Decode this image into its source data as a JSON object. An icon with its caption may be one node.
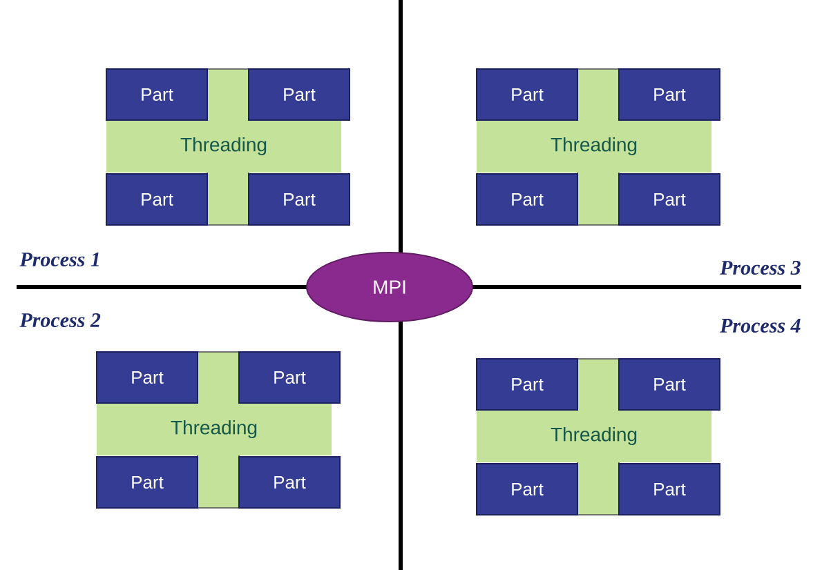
{
  "diagram": {
    "nodes": [
      {
        "text": [
          "Part"
        ],
        "in": 2
      },
      {
        "text": [
          "Part"
        ],
        "in": 2
      },
      {
        "text": [
          "Threading"
        ]
      },
      {
        "text": [
          "Part"
        ],
        "in": 2
      },
      {
        "text": [
          "Part"
        ],
        "in": 2
      },
      {
        "text": [
          "Part"
        ],
        "in": 7
      },
      {
        "text": [
          "Part"
        ],
        "in": 7
      },
      {
        "text": [
          "Threading"
        ]
      },
      {
        "text": [
          "Part"
        ],
        "in": 7
      },
      {
        "text": [
          "Part"
        ],
        "in": 7
      },
      {
        "text": [
          "MPI"
        ]
      },
      {
        "text": [
          "Part"
        ],
        "in": 13
      },
      {
        "text": [
          "Part"
        ],
        "in": 13
      },
      {
        "text": [
          "Threading"
        ]
      },
      {
        "text": [
          "Part"
        ],
        "in": 13
      },
      {
        "text": [
          "Part"
        ],
        "in": 13
      },
      {
        "text": [
          "Part"
        ],
        "in": 18
      },
      {
        "text": [
          "Part"
        ],
        "in": 18
      },
      {
        "text": [
          "Threading"
        ]
      },
      {
        "text": [
          "Part"
        ],
        "in": 18
      },
      {
        "text": [
          "Part"
        ],
        "in": 18
      }
    ],
    "labels": [
      "Process 1",
      "Process 3",
      "Process 2",
      "Process 4"
    ]
  }
}
